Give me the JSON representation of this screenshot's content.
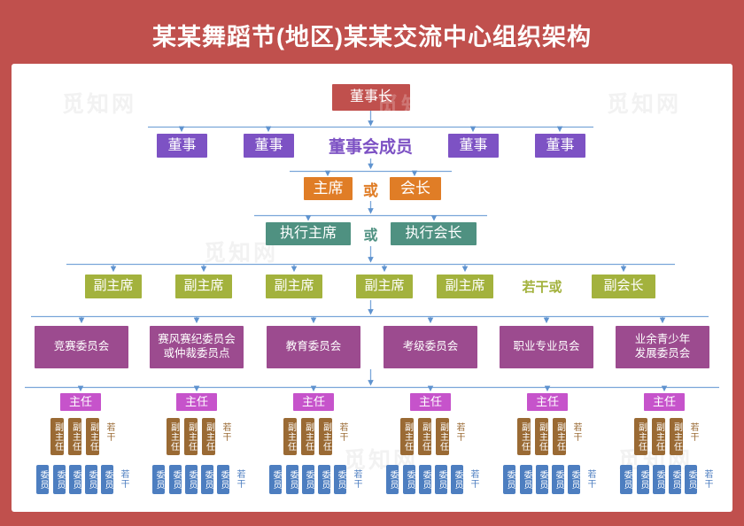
{
  "title": "某某舞蹈节(地区)某某交流中心组织架构",
  "watermark_text": "觅知网",
  "colors": {
    "background_red": "#c0504d",
    "board_purple": "#7d52c4",
    "president_orange": "#e07d26",
    "exec_teal": "#4f9181",
    "vice_olive": "#a3b23d",
    "committee_magenta": "#9c4b8f",
    "director_orchid": "#c653cb",
    "deputy_brown": "#9a6a34",
    "member_blue": "#4d7ec0",
    "connector_blue": "#7aa6d9"
  },
  "org": {
    "chairman": "董事长",
    "board": {
      "box_labels": [
        "董事",
        "董事",
        "董事",
        "董事"
      ],
      "center_label": "董事会成员"
    },
    "president_row": {
      "left": "主席",
      "or": "或",
      "right": "会长"
    },
    "exec_row": {
      "left": "执行主席",
      "or": "或",
      "right": "执行会长"
    },
    "vice_row": {
      "boxes": [
        "副主席",
        "副主席",
        "副主席",
        "副主席",
        "副主席"
      ],
      "several_or": "若干或",
      "right": "副会长"
    },
    "committees": [
      {
        "line1": "竞赛委员会",
        "line2": ""
      },
      {
        "line1": "赛风赛纪委员会",
        "line2": "或仲裁委员点"
      },
      {
        "line1": "教育委员会",
        "line2": ""
      },
      {
        "line1": "考级委员会",
        "line2": ""
      },
      {
        "line1": "职业专业员会",
        "line2": ""
      },
      {
        "line1": "业余青少年",
        "line2": "发展委员会"
      }
    ],
    "departments": {
      "director": "主任",
      "deputy_director": "副主任",
      "member": "委员",
      "several": "若干"
    }
  }
}
